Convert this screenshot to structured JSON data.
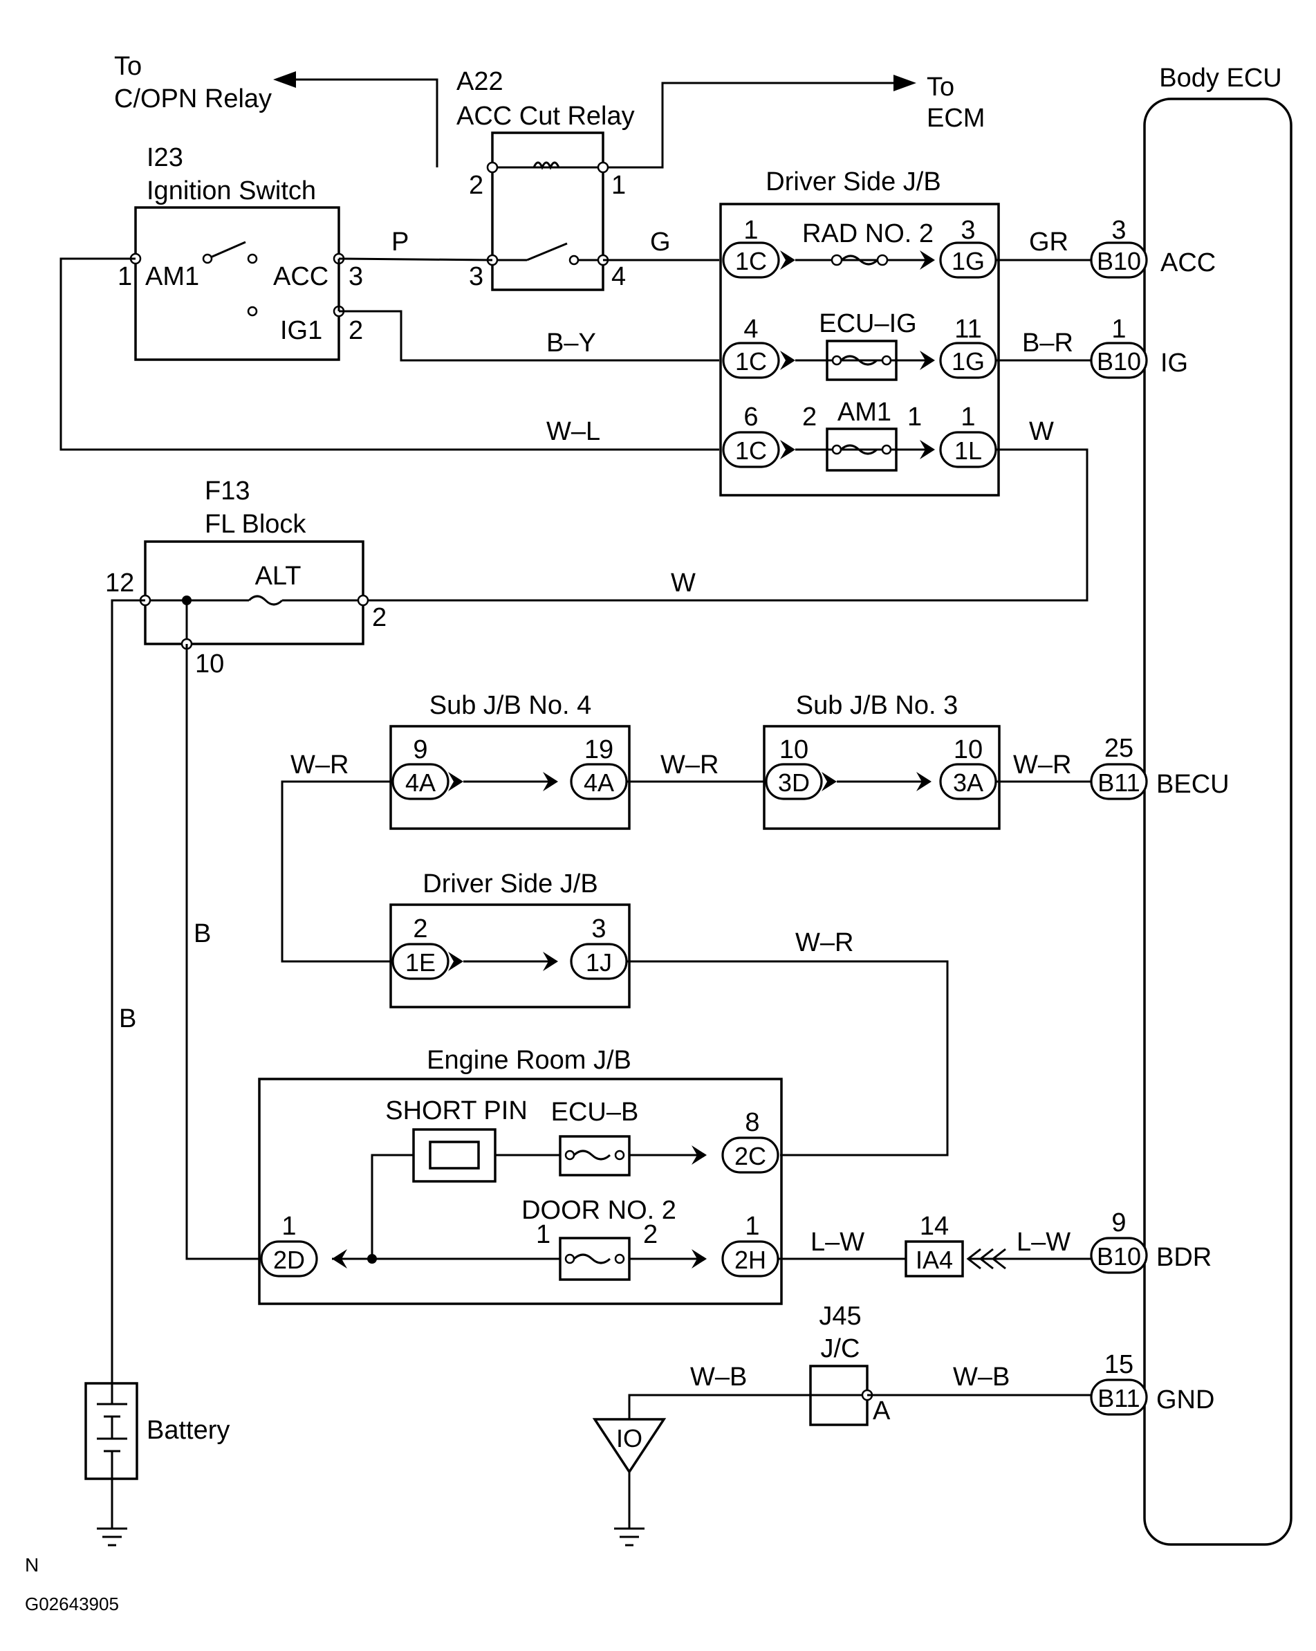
{
  "labels": {
    "to_copn": "To",
    "to_copn2": "C/OPN Relay",
    "a22": "A22",
    "acc_cut": "ACC Cut Relay",
    "to_ecm": "To",
    "to_ecm2": "ECM",
    "body_ecu": "Body ECU",
    "i23": "I23",
    "ign_switch": "Ignition Switch",
    "driver_jb": "Driver Side J/B",
    "driver_jb2": "Driver Side J/B",
    "f13": "F13",
    "fl_block": "FL Block",
    "sub4": "Sub J/B No. 4",
    "sub3": "Sub J/B No. 3",
    "engine_jb": "Engine Room J/B",
    "short_pin": "SHORT PIN",
    "ecu_b": "ECU–B",
    "door2": "DOOR NO. 2",
    "rad2": "RAD NO. 2",
    "ecu_ig": "ECU–IG",
    "am1_fuse": "AM1",
    "alt": "ALT",
    "j45": "J45",
    "jc": "J/C",
    "battery": "Battery",
    "io": "IO",
    "am1": "AM1",
    "acc_sw": "ACC",
    "ig1": "IG1",
    "footer_n": "N",
    "footer_id": "G02643905"
  },
  "wires": {
    "p": "P",
    "g": "G",
    "gr": "GR",
    "by": "B–Y",
    "br": "B–R",
    "wl": "W–L",
    "w1": "W",
    "w2": "W",
    "wr1": "W–R",
    "wr2": "W–R",
    "wr3": "W–R",
    "wr4": "W–R",
    "b1": "B",
    "b2": "B",
    "lw1": "L–W",
    "lw2": "L–W",
    "wb1": "W–B",
    "wb2": "W–B"
  },
  "connectors": {
    "c1c_a": "1C",
    "c1g_a": "1G",
    "c1c_b": "1C",
    "c1g_b": "1G",
    "c1c_c": "1C",
    "c1l": "1L",
    "b10_acc": "B10",
    "b10_ig": "B10",
    "b11_becu": "B11",
    "b10_bdr": "B10",
    "b11_gnd": "B11",
    "c4a_l": "4A",
    "c4a_r": "4A",
    "c3d": "3D",
    "c3a": "3A",
    "c1e": "1E",
    "c1j": "1J",
    "c2c": "2C",
    "c2d": "2D",
    "c2h": "2H",
    "ia4": "IA4"
  },
  "pins": {
    "relay_2": "2",
    "relay_1": "1",
    "relay_3": "3",
    "relay_4": "4",
    "sw_1": "1",
    "sw_3": "3",
    "sw_2": "2",
    "rad_1": "1",
    "rad_3": "3",
    "ecuig_4": "4",
    "ecuig_11": "11",
    "am1_6": "6",
    "am1_2": "2",
    "am1_1a": "1",
    "am1_1b": "1",
    "b10_3": "3",
    "b10_1": "1",
    "b11_25": "25",
    "b10_9": "9",
    "b11_15": "15",
    "fl_12": "12",
    "fl_2": "2",
    "fl_10": "10",
    "s4_9": "9",
    "s4_19": "19",
    "s3_10a": "10",
    "s3_10b": "10",
    "d_2": "2",
    "d_3": "3",
    "e_8": "8",
    "e_1a": "1",
    "e_1b": "1",
    "door_1": "1",
    "door_2": "2",
    "ia4_14": "14",
    "jc_a": "A"
  },
  "ecu_terminals": {
    "acc": "ACC",
    "ig": "IG",
    "becu": "BECU",
    "bdr": "BDR",
    "gnd": "GND"
  }
}
